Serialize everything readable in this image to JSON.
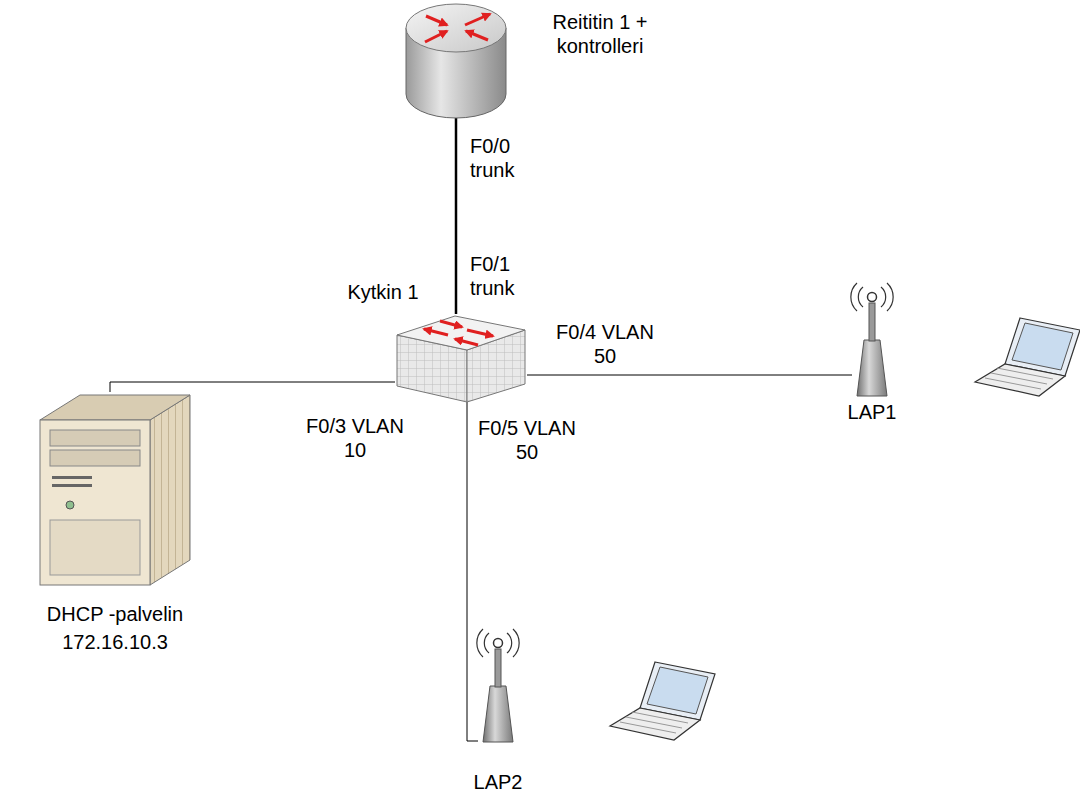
{
  "diagram": {
    "nodes": [
      {
        "text": [
          "Reititin 1 + kontrolleri"
        ]
      },
      {
        "text": [
          "Kytkin 1"
        ]
      },
      {
        "text": [
          "DHCP -palvelin",
          "172.16.10.3"
        ]
      },
      {
        "text": [
          "LAP1"
        ]
      },
      {
        "text": [
          "LAP2"
        ]
      }
    ],
    "edges": [
      {
        "from": 0,
        "to": 1,
        "arrow": "none"
      },
      {
        "from": 1,
        "to": 2,
        "arrow": "none"
      },
      {
        "from": 1,
        "to": 3,
        "arrow": "none"
      },
      {
        "from": 1,
        "to": 4,
        "arrow": "none"
      }
    ],
    "labels": [
      "F0/0 trunk",
      "F0/1 trunk",
      "F0/3 VLAN 10",
      "F0/4 VLAN 50",
      "F0/5 VLAN 50"
    ]
  }
}
